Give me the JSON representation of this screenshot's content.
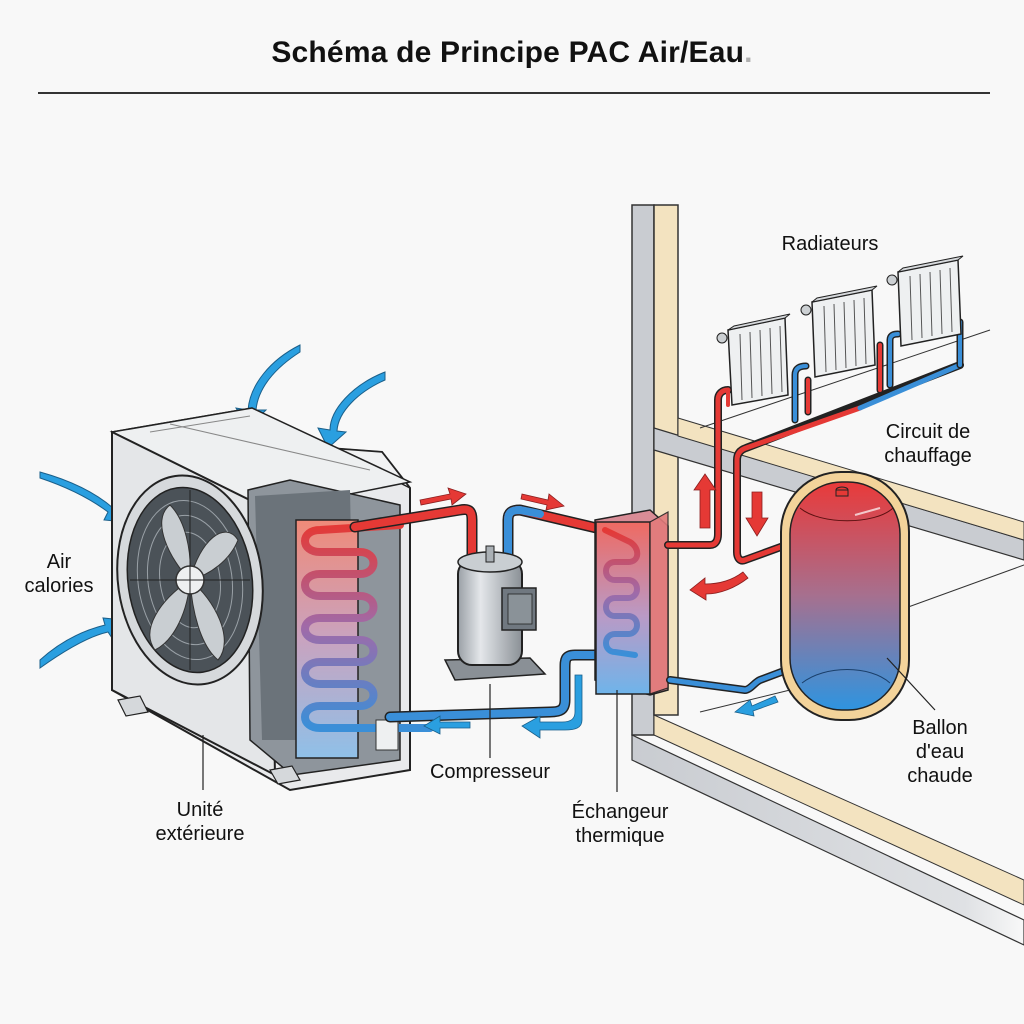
{
  "title": {
    "text": "Schéma de Principe PAC Air/Eau",
    "trailing_dot": "."
  },
  "labels": {
    "air_calories": {
      "line1": "Air",
      "line2": "calories"
    },
    "unite_exterieure": {
      "line1": "Unité",
      "line2": "extérieure"
    },
    "compresseur": {
      "line1": "Compresseur"
    },
    "echangeur": {
      "line1": "Échangeur",
      "line2": "thermique"
    },
    "radiateurs": {
      "line1": "Radiateurs"
    },
    "circuit": {
      "line1": "Circuit de",
      "line2": "chauffage"
    },
    "ballon": {
      "line1": "Ballon",
      "line2": "d'eau",
      "line3": "chaude"
    }
  },
  "colors": {
    "hot": "#e53935",
    "cold": "#3a8fd8",
    "air_arrow": "#2a9fe0",
    "wall": "#c9ccd1",
    "insulation": "#f3e3c0",
    "unit_body": "#e9eaec"
  },
  "components": [
    {
      "id": "outdoor-unit",
      "name": "Unité extérieure"
    },
    {
      "id": "compressor",
      "name": "Compresseur"
    },
    {
      "id": "heat-exchanger",
      "name": "Échangeur thermique"
    },
    {
      "id": "radiators",
      "name": "Radiateurs",
      "count": 3
    },
    {
      "id": "hot-water-tank",
      "name": "Ballon d'eau chaude"
    }
  ]
}
